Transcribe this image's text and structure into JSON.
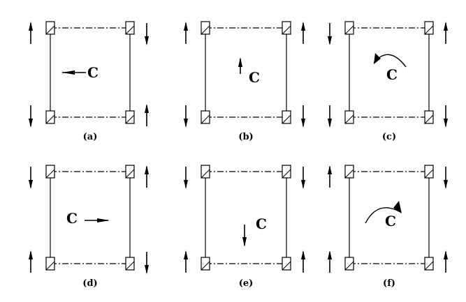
{
  "panels": [
    {
      "caption": "(a)",
      "center_label": "C",
      "indicator": "arrow-left",
      "corner_arrows": {
        "tl_out": "up",
        "bl_out": "down",
        "tr_out": "down",
        "br_out": "up"
      }
    },
    {
      "caption": "(b)",
      "center_label": "C",
      "indicator": "arrow-up",
      "corner_arrows": {
        "tl_out": "up",
        "bl_out": "down",
        "tr_out": "up",
        "br_out": "down"
      }
    },
    {
      "caption": "(c)",
      "center_label": "C",
      "indicator": "rotate-ccw",
      "corner_arrows": {
        "tl_out": "down",
        "bl_out": "down",
        "tr_out": "up",
        "br_out": "down"
      }
    },
    {
      "caption": "(d)",
      "center_label": "C",
      "indicator": "arrow-right",
      "corner_arrows": {
        "tl_out": "down",
        "bl_out": "up",
        "tr_out": "up",
        "br_out": "down"
      }
    },
    {
      "caption": "(e)",
      "center_label": "C",
      "indicator": "arrow-down",
      "corner_arrows": {
        "tl_out": "down",
        "bl_out": "up",
        "tr_out": "down",
        "br_out": "up"
      }
    },
    {
      "caption": "(f)",
      "center_label": "C",
      "indicator": "rotate-cw",
      "corner_arrows": {
        "tl_out": "up",
        "bl_out": "up",
        "tr_out": "down",
        "br_out": "up"
      }
    }
  ],
  "colors": {
    "stroke": "#000000",
    "background": "#ffffff"
  }
}
